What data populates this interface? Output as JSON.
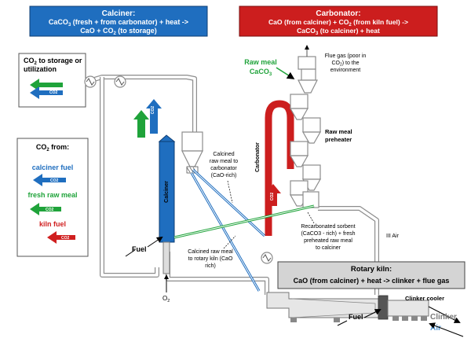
{
  "calciner_box": {
    "title": "Calciner:",
    "line1_a": "CaCO",
    "line1_sub": "3",
    "line1_b": " (fresh + from carbonator) + heat ->",
    "line2": "CaO + CO",
    "line2_sub": "2",
    "line2_b": " (to storage)"
  },
  "carbonator_box": {
    "title": "Carbonator:",
    "line1": "CaO (from calciner) + CO",
    "line1_sub": "2",
    "line1_b": " (from kiln fuel) ->",
    "line2": "CaCO",
    "line2_sub": "3",
    "line2_b": " (to calciner) + heat"
  },
  "storage_box": {
    "title_a": "CO",
    "title_sub": "2",
    "title_b": " to storage or",
    "title_line2": "utilization",
    "arrow_label": "CO2"
  },
  "co2_from_box": {
    "title_a": "CO",
    "title_sub": "2",
    "title_b": " from:",
    "items": [
      {
        "label": "calciner fuel",
        "color": "#1f6ebf",
        "arrow": "CO2"
      },
      {
        "label": "fresh raw meal",
        "color": "#1fa33a",
        "arrow": "CO2"
      },
      {
        "label": "kiln fuel",
        "color": "#d01f1f",
        "arrow": "CO2"
      }
    ]
  },
  "raw_meal": {
    "line1": "Raw meal",
    "line2": "CaCO",
    "line2_sub": "3"
  },
  "flue_gas": {
    "line1": "Flue gas (poor in",
    "line2": "CO",
    "line2_sub": "2",
    "line2_b": ") to the",
    "line3": "environment"
  },
  "preheater_label": {
    "line1": "Raw meal",
    "line2": "preheater"
  },
  "calcined_to_carbonator": {
    "lines": [
      "Calcined",
      "raw meal to",
      "carbonator",
      "(CaO-rich)"
    ]
  },
  "calcined_to_kiln": {
    "lines": [
      "Calcined raw meal",
      "to rotary kiln (CaO",
      "rich)"
    ]
  },
  "recarbonated": {
    "lines": [
      "Recarbonated sorbent",
      "(CaCO3 - rich) + fresh",
      "preheated raw meal",
      "to calciner"
    ]
  },
  "rotary_kiln": {
    "title": "Rotary kiln:",
    "line": "CaO (from calciner) + heat -> clinker + flue gas"
  },
  "vessel_labels": {
    "calciner": "Calciner",
    "carbonator": "Carbonator"
  },
  "tertiary_air": "III Air",
  "fuel_left": "Fuel",
  "fuel_bottom": "Fuel",
  "o2": "O",
  "o2_sub": "2",
  "clinker_cooler": "Clinker cooler",
  "clinker": "Clinker",
  "air": "Air",
  "arrow_co2": "CO2",
  "colors": {
    "calciner_blue": "#1f6ebf",
    "carbonator_red": "#cc1e1e",
    "green": "#1fa33a",
    "pipe_gray": "#8c8c8c",
    "kiln_box_gray": "#d4d4d4"
  }
}
